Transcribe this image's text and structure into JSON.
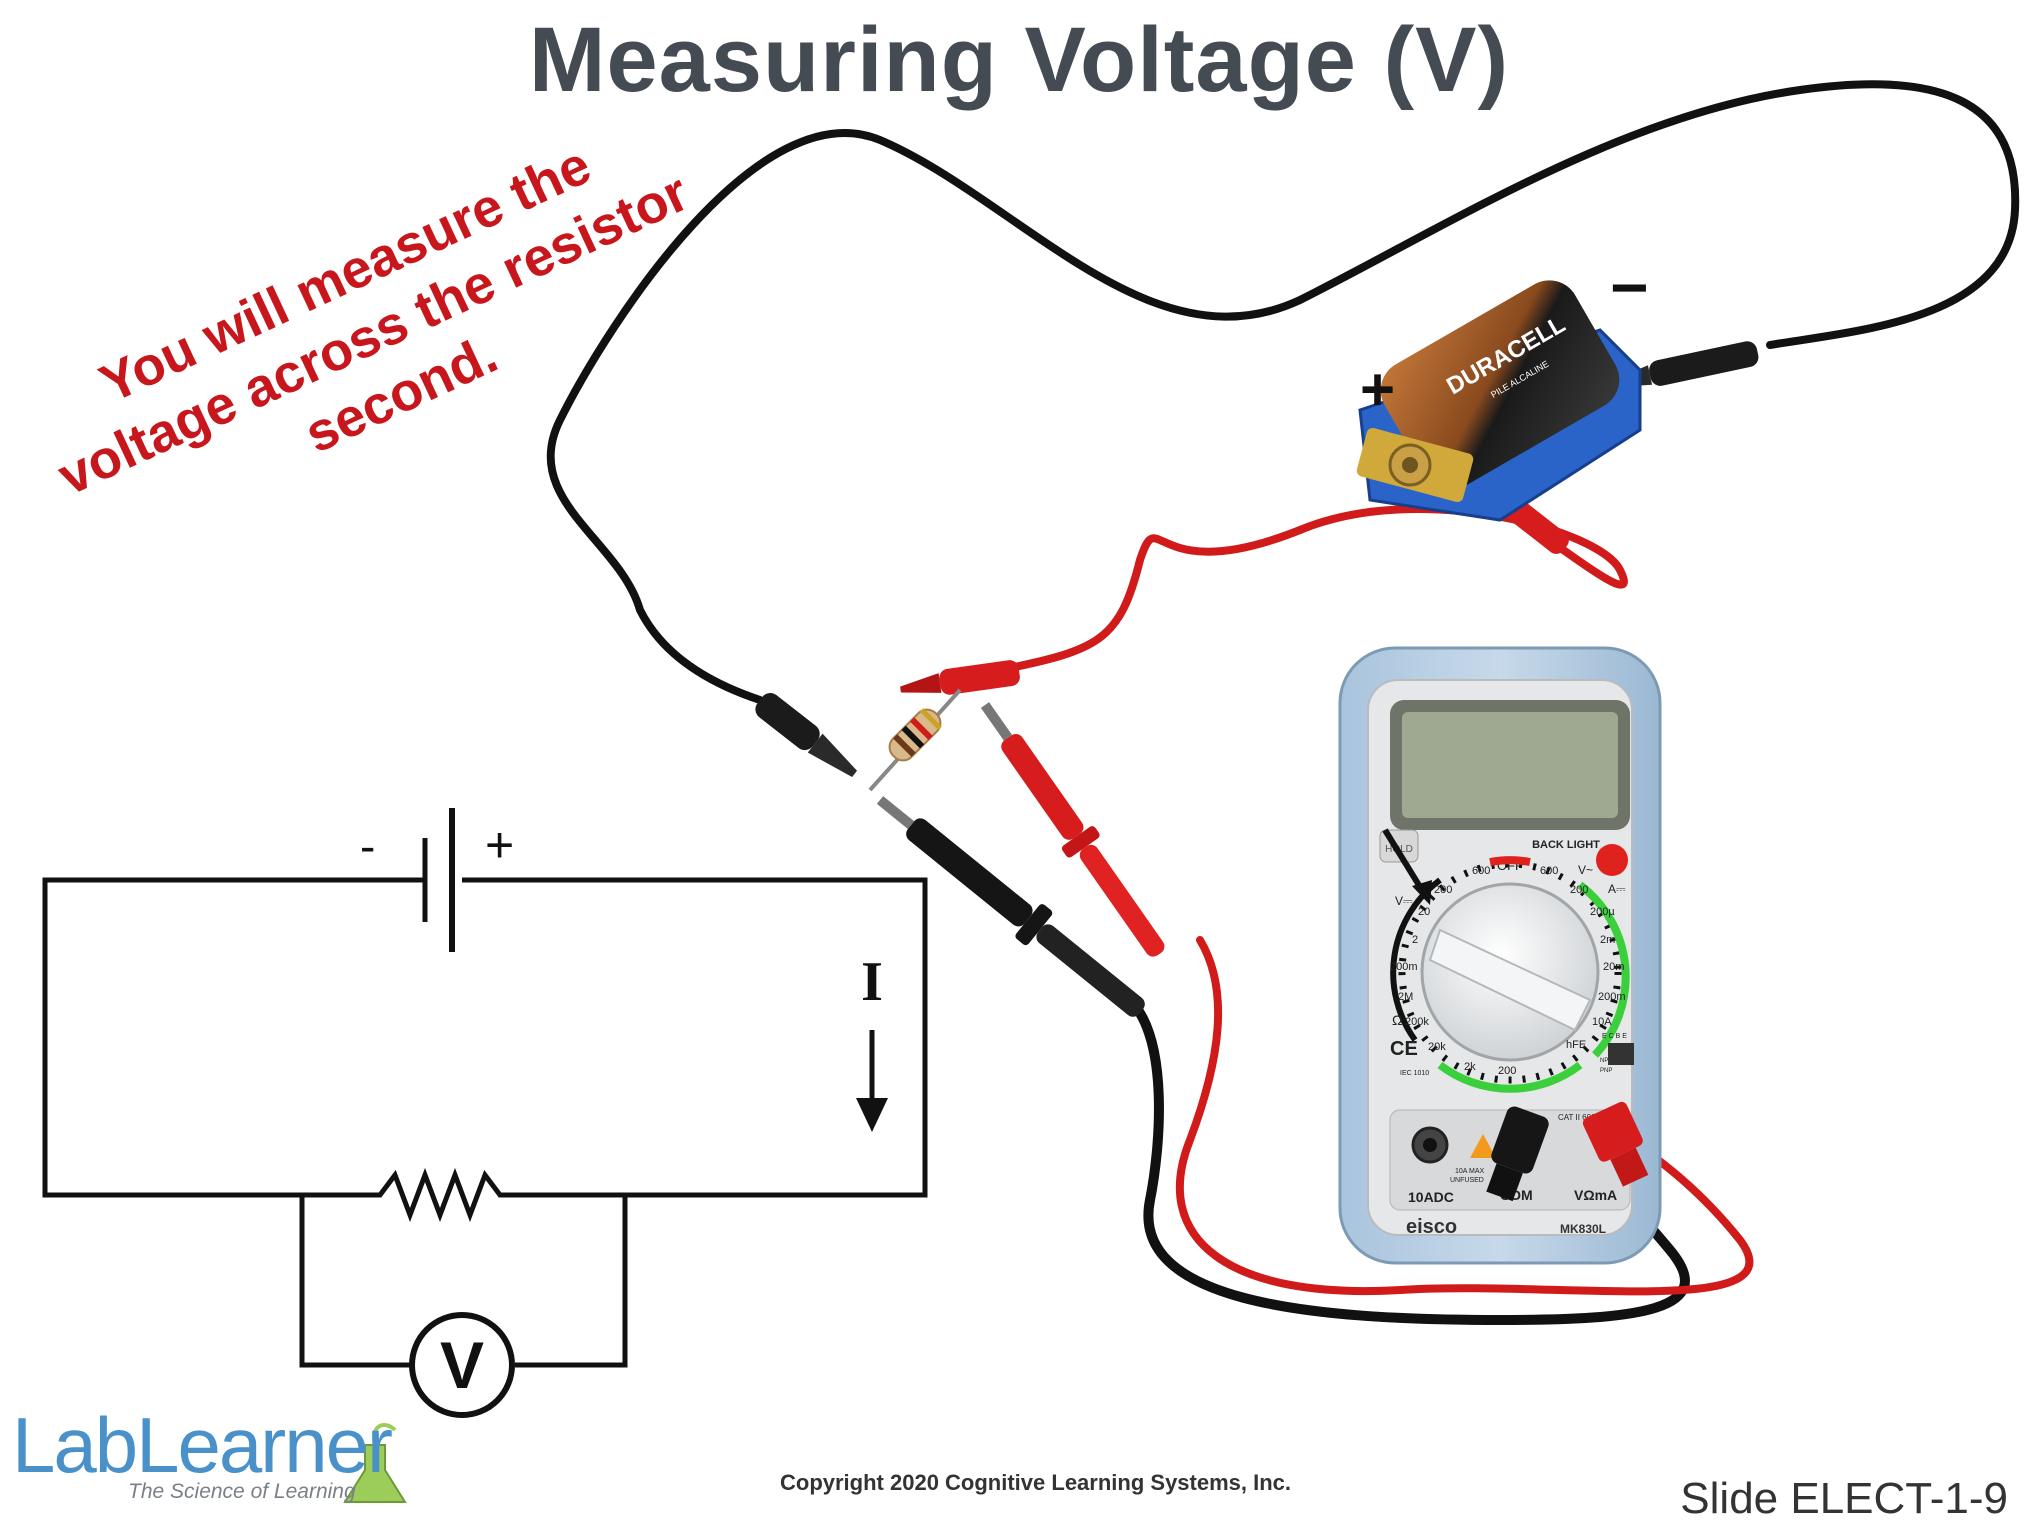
{
  "title": "Measuring Voltage (V)",
  "note_lines": [
    "You will measure the",
    "voltage across the resistor",
    "second."
  ],
  "battery": {
    "brand": "DURACELL",
    "subtext": "PILE ALCALINE",
    "plus_sign": "+",
    "minus_sign": "−"
  },
  "schematic": {
    "battery_minus": "-",
    "battery_plus": "+",
    "current_label": "I",
    "meter_label": "V"
  },
  "multimeter": {
    "back_light": "BACK LIGHT",
    "off": "OFF",
    "hold": "HOLD",
    "dial_labels": [
      "600",
      "200",
      "20",
      "2",
      "200m",
      "2M",
      "200k",
      "20k",
      "2k",
      "200",
      "600",
      "200",
      "200µ",
      "2m",
      "20m",
      "200m",
      "10A",
      "hFE"
    ],
    "v_dc": "V⎓",
    "v_ac": "V~",
    "a_dc": "A⎓",
    "ohm": "Ω",
    "ce": "CE",
    "iec": "IEC 1010",
    "ecbe": "E C B E",
    "npn": "NPN",
    "pnp": "PNP",
    "cat": "CAT II 600V",
    "max_10a": "10A MAX",
    "unfused": "UNFUSED",
    "port_10adc": "10ADC",
    "port_com": "COM",
    "port_v": "VΩmA",
    "brand": "eisco",
    "model": "MK830L"
  },
  "logo": {
    "name": "LabLearner",
    "tagline": "The Science of Learning"
  },
  "copyright": "Copyright 2020 Cognitive Learning Systems, Inc.",
  "slide_id": "Slide ELECT-1-9",
  "colors": {
    "title": "#454b52",
    "note": "#c8161d",
    "wire_red": "#d11a1a",
    "wire_black": "#111111",
    "logo_blue": "#4a91c9"
  }
}
